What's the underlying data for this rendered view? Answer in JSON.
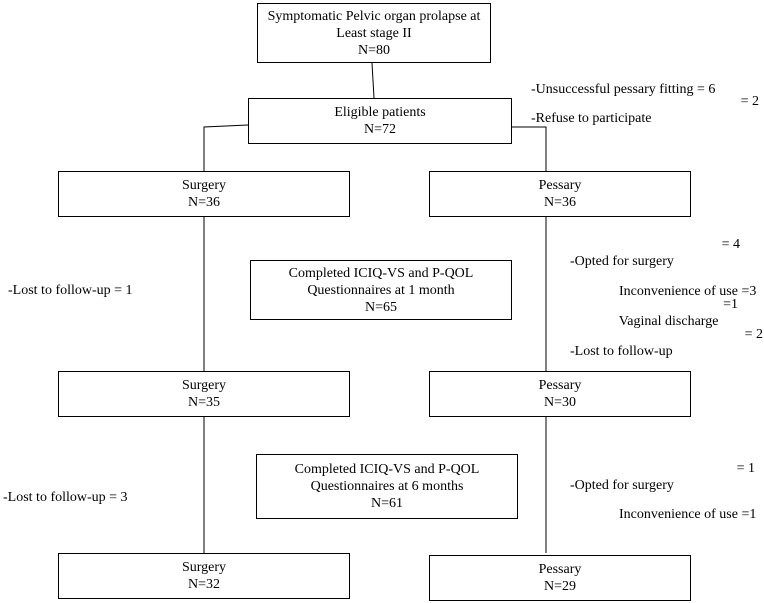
{
  "top": {
    "line1": "Symptomatic Pelvic organ prolapse at",
    "line2": "Least stage II",
    "n": "N=80"
  },
  "exclusions": [
    {
      "label": "-Unsuccessful pessary fitting",
      "value": "= 6"
    },
    {
      "label": "-Refuse to participate",
      "value": "= 2"
    }
  ],
  "eligible": {
    "label": "Eligible patients",
    "n": "N=72"
  },
  "surgery1": {
    "label": "Surgery",
    "n": "N=36"
  },
  "pessary1": {
    "label": "Pessary",
    "n": "N=36"
  },
  "surgery_loss1": "-Lost to follow-up = 1",
  "completed1": {
    "line1": "Completed ICIQ-VS and P-QOL",
    "line2": "Questionnaires at 1 month",
    "n": "N=65"
  },
  "pessary_loss1": [
    {
      "label": "-Opted for surgery",
      "value": "= 4"
    },
    {
      "label": "Inconvenience of use",
      "value": "=3"
    },
    {
      "label": "Vaginal discharge",
      "value": "=1"
    },
    {
      "label": "-Lost to follow-up",
      "value": "= 2"
    }
  ],
  "surgery2": {
    "label": "Surgery",
    "n": "N=35"
  },
  "pessary2": {
    "label": "Pessary",
    "n": "N=30"
  },
  "surgery_loss2": "-Lost to follow-up = 3",
  "completed2": {
    "line1": "Completed ICIQ-VS and P-QOL",
    "line2": "Questionnaires at 6 months",
    "n": "N=61"
  },
  "pessary_loss2": [
    {
      "label": "-Opted for surgery",
      "value": "= 1"
    },
    {
      "label": "Inconvenience of use",
      "value": "=1"
    }
  ],
  "surgery3": {
    "label": "Surgery",
    "n": "N=32"
  },
  "pessary3": {
    "label": "Pessary",
    "n": "N=29"
  }
}
